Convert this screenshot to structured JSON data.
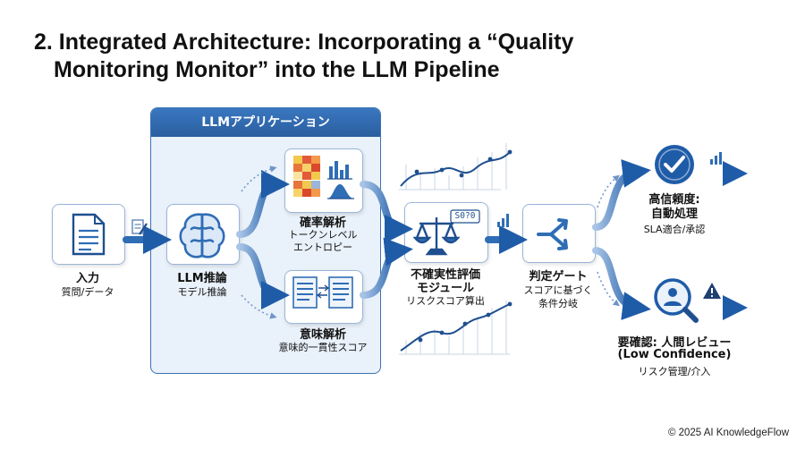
{
  "title": {
    "line1": "2. Integrated Architecture: Incorporating a “Quality",
    "line2": "Monitoring Monitor” into the LLM Pipeline"
  },
  "panel": {
    "title": "LLMアプリケーション"
  },
  "input": {
    "title": "入力",
    "subtitle": "質問/データ"
  },
  "inference": {
    "title": "LLM推論",
    "subtitle": "モデル推論"
  },
  "probability": {
    "title": "確率解析",
    "subtitle_line1": "トークンレベル",
    "subtitle_line2": "エントロピー"
  },
  "semantic": {
    "title": "意味解析",
    "subtitle": "意味的一貫性スコア"
  },
  "uncertainty": {
    "title_line1": "不確実性評価",
    "title_line2": "モジュール",
    "subtitle": "リスクスコア算出",
    "badge": "S0?0"
  },
  "gate": {
    "title": "判定ゲート",
    "subtitle_line1": "スコアに基づく",
    "subtitle_line2": "条件分岐"
  },
  "high": {
    "title_line1": "高信頼度:",
    "title_line2": "自動処理",
    "subtitle": "SLA適合/承認"
  },
  "review": {
    "title_line1": "要確認: 人間レビュー",
    "title_line2": "(Low Confidence)",
    "subtitle": "リスク管理/介入"
  },
  "footer": "© 2025 AI KnowledgeFlow",
  "colors": {
    "primary": "#2f6db5",
    "dark": "#1f4f8f",
    "panel_bg": "#e9f1fa",
    "warning": "#1f3f6f"
  },
  "icons": {
    "input": "document-icon",
    "inference": "brain-icon",
    "probability": "heatmap-chart-icon",
    "semantic": "text-compare-icon",
    "uncertainty": "balance-scale-icon",
    "gate": "fork-arrow-icon",
    "high": "checkmark-circle-icon",
    "review": "person-search-icon"
  }
}
